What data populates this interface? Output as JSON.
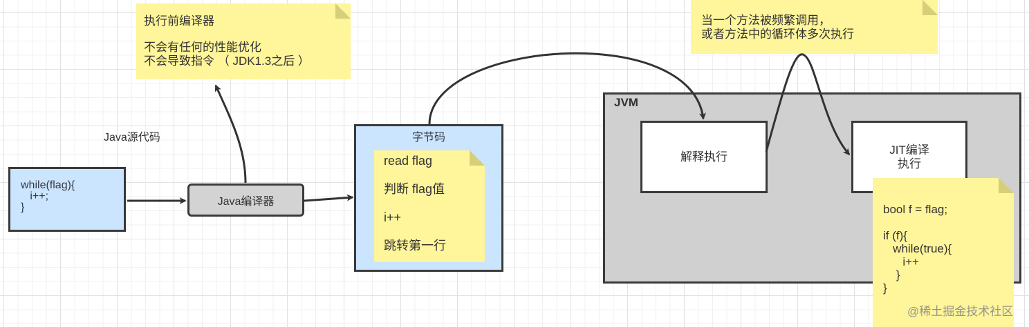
{
  "diagram": {
    "note_pre_exec_compiler": {
      "title": "执行前编译器",
      "lines": [
        "不会有任何的性能优化",
        "不会导致指令 （ JDK1.3之后 ）"
      ]
    },
    "note_hot_method": {
      "lines": [
        "当一个方法被频繁调用，",
        "或者方法中的循环体多次执行"
      ]
    },
    "label_java_source": "Java源代码",
    "source_code_box": {
      "lines": [
        "while(flag){",
        "   i++;",
        "}"
      ]
    },
    "java_compiler_box": {
      "label": "Java编译器"
    },
    "bytecode_box": {
      "title": "字节码",
      "note_lines": [
        "read flag",
        "判断 flag值",
        "i++",
        "跳转第一行"
      ]
    },
    "jvm_container": {
      "label": "JVM",
      "interpreter_box": {
        "label": "解释执行"
      },
      "jit_box": {
        "lines": [
          "JIT编译",
          "执行"
        ]
      }
    },
    "note_jit_code": {
      "lines": [
        "bool f = flag;",
        "",
        "if (f){",
        "   while(true){",
        "      i++",
        "    }",
        "}"
      ]
    },
    "watermark": "@稀土掘金技术社区",
    "edges": [
      {
        "from": "source_code_box",
        "to": "java_compiler_box",
        "icon": "arrow-right-icon"
      },
      {
        "from": "java_compiler_box",
        "to": "note_pre_exec_compiler",
        "icon": "arrow-up-icon"
      },
      {
        "from": "java_compiler_box",
        "to": "bytecode_box",
        "icon": "arrow-right-icon"
      },
      {
        "from": "bytecode_box",
        "to": "interpreter_box",
        "icon": "curved-arrow-icon"
      },
      {
        "from": "interpreter_box",
        "to": "jit_box",
        "icon": "curved-arrow-icon"
      }
    ],
    "colors": {
      "note_fill": "#fff59a",
      "blue_fill": "#cce5ff",
      "gray_fill": "#d3d3d3",
      "jvm_fill": "#d0d0d0",
      "stroke": "#3a3a3a"
    }
  }
}
